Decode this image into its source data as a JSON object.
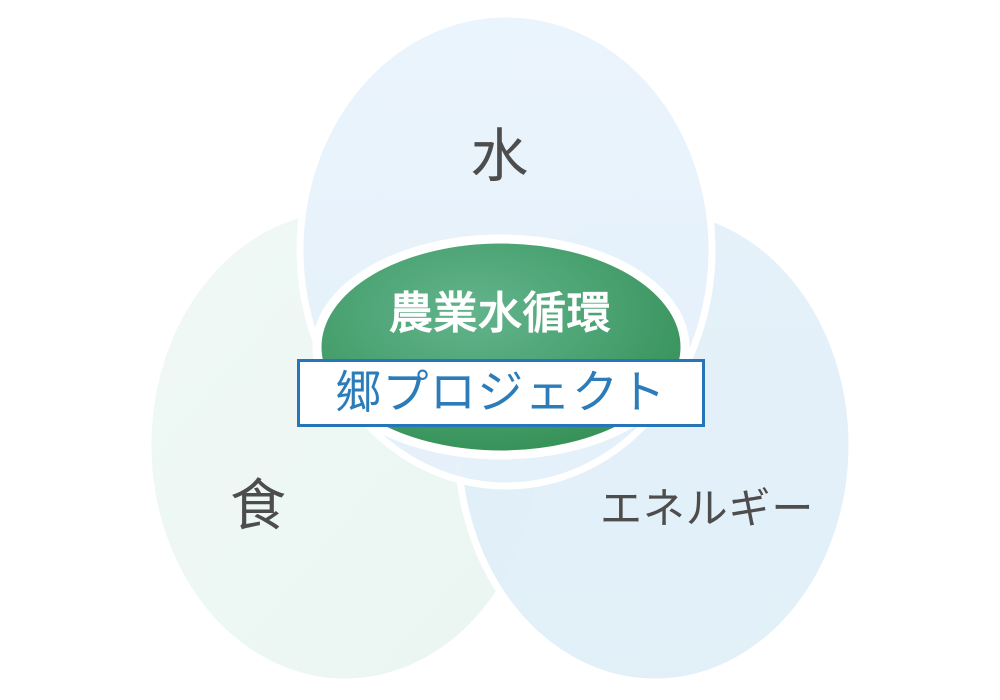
{
  "diagram": {
    "type": "venn-3-circle",
    "background_color": "#ffffff",
    "circles": [
      {
        "id": "water",
        "label": "水",
        "fill_color": "#e8f2fb",
        "position": "top"
      },
      {
        "id": "food",
        "label": "食",
        "fill_color": "#eff7f3",
        "position": "bottom-left"
      },
      {
        "id": "energy",
        "label": "エネルギー",
        "fill_color": "#e1eff8",
        "position": "bottom-right"
      }
    ],
    "center": {
      "title": "農業水循環",
      "title_color": "#ffffff",
      "fill_color_light": "#4fa882",
      "fill_color_dark": "#2e8b4f",
      "ring_color": "#ffffff"
    },
    "project_box": {
      "label": "郷プロジェクト",
      "text_color": "#2b7cb8",
      "border_color": "#2575b8",
      "background_color": "#ffffff"
    },
    "label_color": "#4d4d4d"
  }
}
